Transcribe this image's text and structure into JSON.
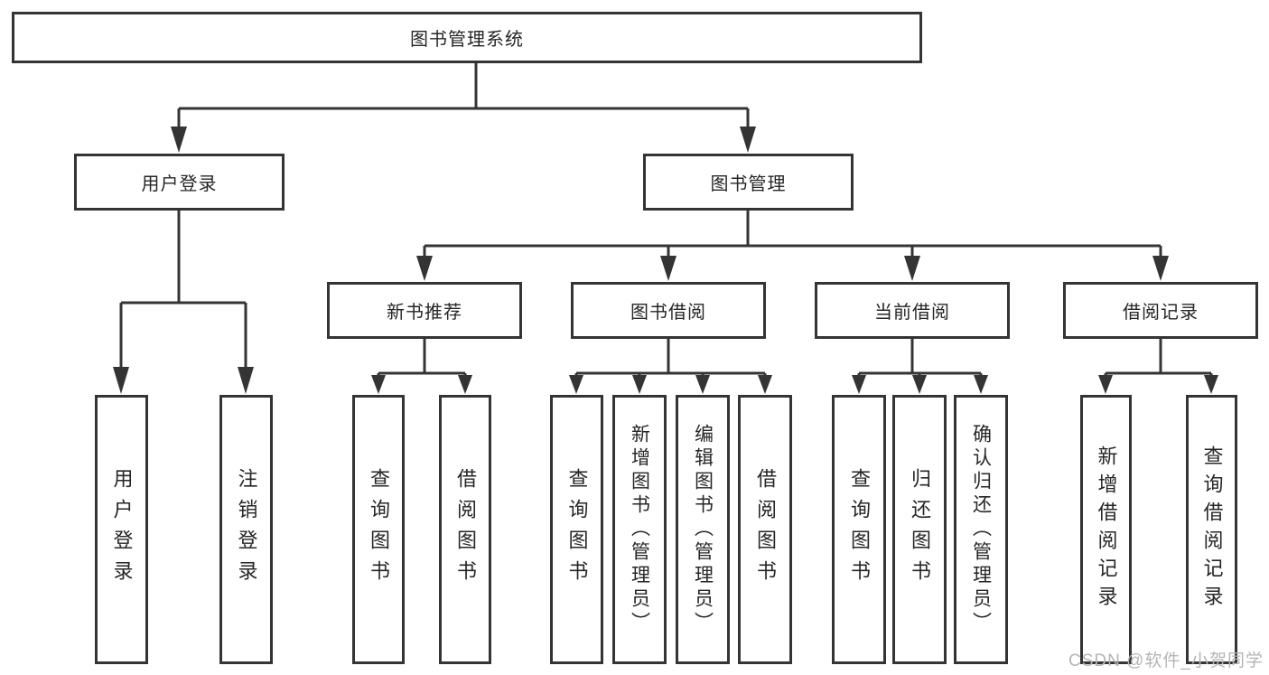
{
  "diagram": {
    "root": "图书管理系统",
    "level2": [
      {
        "label": "用户登录",
        "children": [
          "用户登录",
          "注销登录"
        ]
      },
      {
        "label": "图书管理",
        "children": [
          {
            "label": "新书推荐",
            "children": [
              "查询图书",
              "借阅图书"
            ]
          },
          {
            "label": "图书借阅",
            "children": [
              "查询图书",
              "新增图书（管理员）",
              "编辑图书（管理员）",
              "借阅图书"
            ]
          },
          {
            "label": "当前借阅",
            "children": [
              "查询图书",
              "归还图书",
              "确认归还（管理员）"
            ]
          },
          {
            "label": "借阅记录",
            "children": [
              "新增借阅记录",
              "查询借阅记录"
            ]
          }
        ]
      }
    ]
  },
  "watermark": "CSDN @软件_小贺同学"
}
